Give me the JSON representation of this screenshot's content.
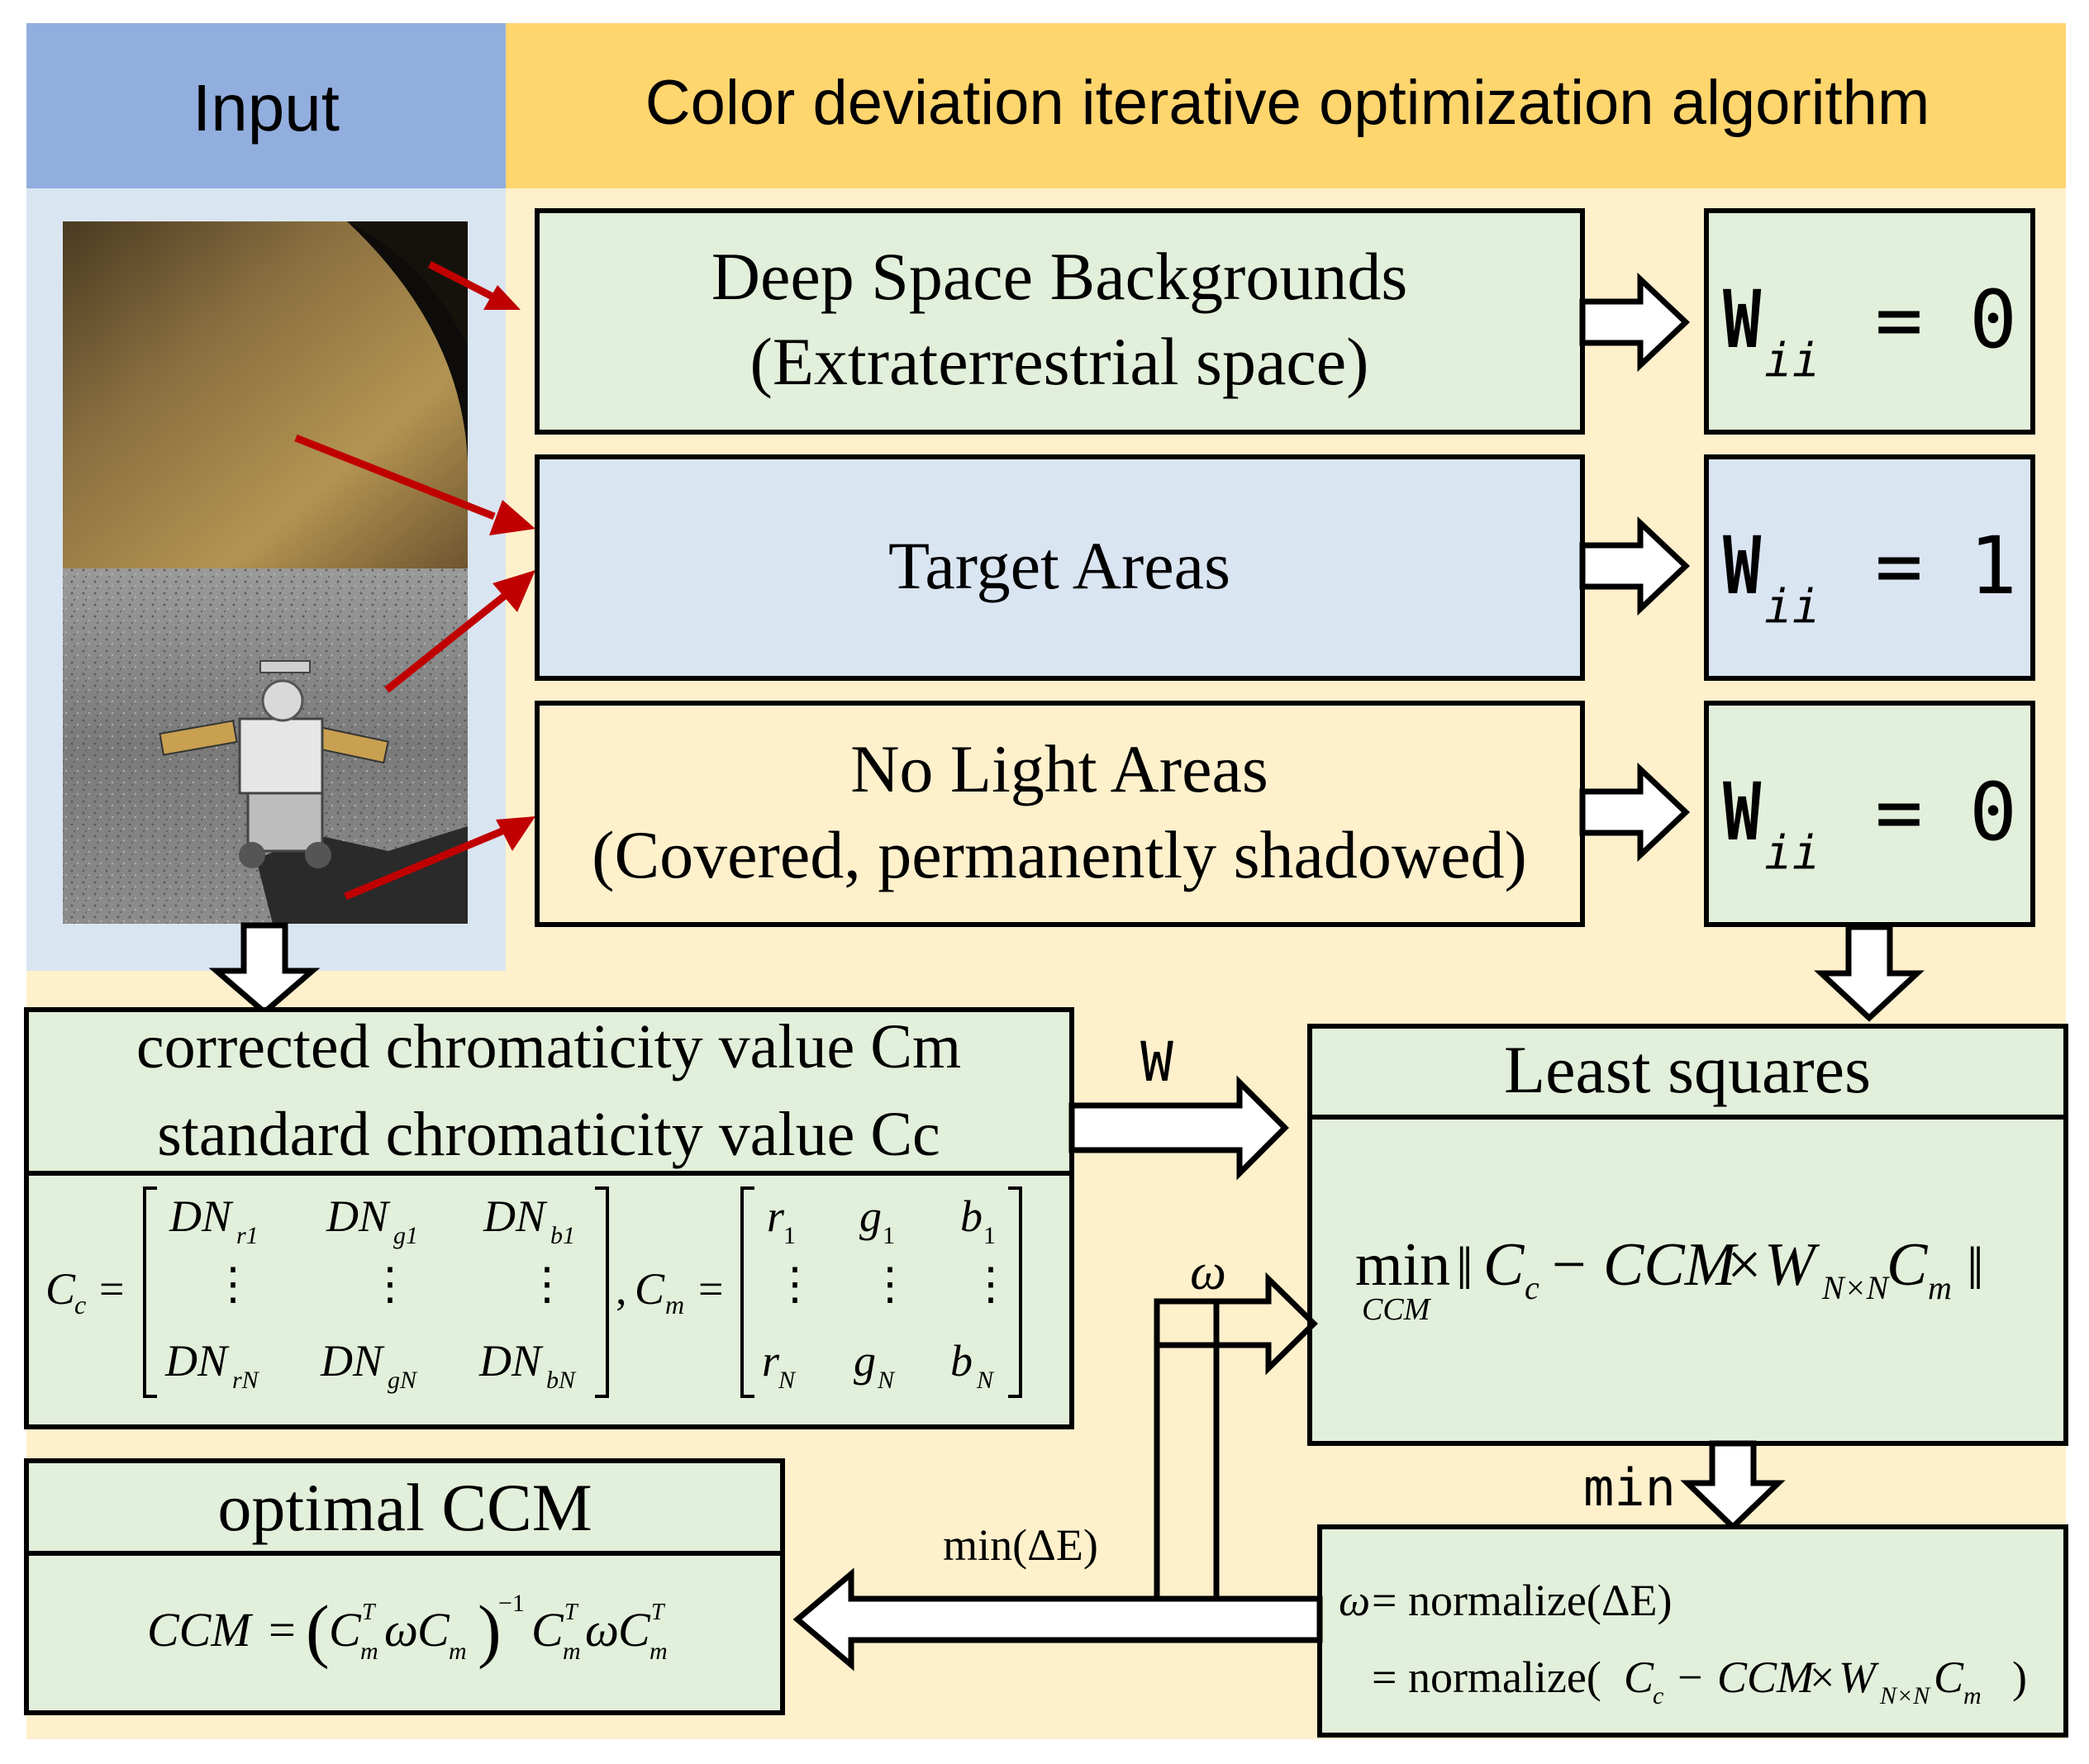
{
  "colors": {
    "input_header": "#92AEDE",
    "input_panel": "#DAE5F2",
    "algo_header": "#FFD56E",
    "algo_panel": "#FFF0CC",
    "green_box": "#E2EFDA",
    "blue_box": "#DAE5F2",
    "arrow_red": "#C00000",
    "stroke": "#000000"
  },
  "header": {
    "input_label": "Input",
    "algorithm_label": "Color deviation iterative optimization algorithm"
  },
  "input_image": {
    "top_scene": "mars-from-orbit",
    "bottom_scene": "lunar-rover-on-surface"
  },
  "regions": [
    {
      "line1": "Deep Space Backgrounds",
      "line2": "(Extraterrestrial space)",
      "weight_symbol": "W",
      "weight_subscript": "ii",
      "weight_eq": "=",
      "weight_value": "0"
    },
    {
      "line1": "Target Areas",
      "line2": "",
      "weight_symbol": "W",
      "weight_subscript": "ii",
      "weight_eq": "=",
      "weight_value": "1"
    },
    {
      "line1": "No Light Areas",
      "line2": "(Covered, permanently shadowed)",
      "weight_symbol": "W",
      "weight_subscript": "ii",
      "weight_eq": "=",
      "weight_value": "0"
    }
  ],
  "chromaticity": {
    "line1": "corrected chromaticity value Cm",
    "line2": "standard chromaticity value Cc",
    "cc_symbol": "C",
    "cc_sub": "c",
    "cm_symbol": "C",
    "cm_sub": "m",
    "equals": "=",
    "comma": ",",
    "cc_row1": [
      "DN",
      "DN",
      "DN"
    ],
    "cc_row1_sub": [
      "r1",
      "g1",
      "b1"
    ],
    "cc_rowN": [
      "DN",
      "DN",
      "DN"
    ],
    "cc_rowN_sub": [
      "rN",
      "gN",
      "bN"
    ],
    "cm_row1": [
      "r",
      "g",
      "b"
    ],
    "cm_row1_sub": [
      "1",
      "1",
      "1"
    ],
    "cm_rowN": [
      "r",
      "g",
      "b"
    ],
    "cm_rowN_sub": [
      "N",
      "N",
      "N"
    ],
    "vdots": "⋮"
  },
  "least_squares": {
    "title": "Least squares",
    "min": "min",
    "min_sub": "CCM",
    "norm_open": "‖",
    "cc": "C",
    "cc_sub": "c",
    "minus": "−",
    "ccm": "CCM",
    "times": "×",
    "w": "W",
    "w_sub": "N×N",
    "cm": "C",
    "cm_sub": "m",
    "norm_close": "‖"
  },
  "optimal": {
    "title": "optimal CCM",
    "lhs": "CCM",
    "eq": "=",
    "lparen": "(",
    "ct1": "C",
    "ct1_sup": "T",
    "ct1_sub": "m",
    "omega1": "ω",
    "c1": "C",
    "c1_sub": "m",
    "rparen": ")",
    "inv": "−1",
    "ct2": "C",
    "ct2_sup": "T",
    "ct2_sub": "m",
    "omega2": "ω",
    "c2": "C",
    "c2_sup": "T",
    "c2_sub": "m"
  },
  "normalize": {
    "omega": "ω",
    "line1_rest": "= normalize(ΔE)",
    "line2_start": "= normalize(",
    "cc": "C",
    "cc_sub": "c",
    "minus": "−",
    "ccm": "CCM",
    "times": "×",
    "w": "W",
    "w_sub": "N×N",
    "cm": "C",
    "cm_sub": "m",
    "close": ")"
  },
  "arrow_labels": {
    "w": "W",
    "omega": "ω",
    "min": "min",
    "min_delta_e": "min(ΔE)"
  }
}
